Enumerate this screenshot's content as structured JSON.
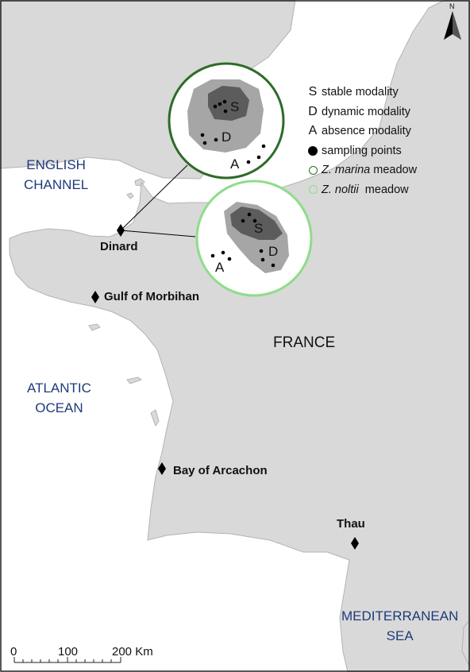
{
  "map": {
    "title": "",
    "country_label": "FRANCE",
    "seas": [
      {
        "id": "english-channel",
        "line1": "ENGLISH",
        "line2": "CHANNEL"
      },
      {
        "id": "atlantic-ocean",
        "line1": "ATLANTIC",
        "line2": "OCEAN"
      },
      {
        "id": "mediterranean-sea",
        "line1": "MEDITERRANEAN",
        "line2": "SEA"
      }
    ],
    "sites": [
      "Dinard",
      "Gulf of Morbihan",
      "Bay of Arcachon",
      "Thau"
    ],
    "north_label": "N",
    "scale_bar": {
      "labels": [
        "0",
        "100",
        "200 Km"
      ],
      "values_km": [
        0,
        100,
        200
      ]
    },
    "colors": {
      "land": "#d9d9d9",
      "sea": "#ffffff",
      "coast": "#b3b3b3",
      "z_marina_circle": "#2e6b27",
      "z_noltii_circle": "#8fdc8a",
      "stable_zone": "#5c5c5c",
      "dynamic_zone": "#a6a6a6"
    },
    "insets": [
      {
        "id": "z-marina-inset",
        "letters": [
          "S",
          "D",
          "A"
        ]
      },
      {
        "id": "z-noltii-inset",
        "letters": [
          "S",
          "D",
          "A"
        ]
      }
    ]
  },
  "legend": {
    "items": [
      {
        "symbol": "S",
        "text": "stable modality"
      },
      {
        "symbol": "D",
        "text": "dynamic modality"
      },
      {
        "symbol": "A",
        "text": "absence modality"
      },
      {
        "symbol": "dot",
        "text": "sampling points"
      },
      {
        "symbol": "ring-dark",
        "italic": "Z. marina",
        "text": " meadow"
      },
      {
        "symbol": "ring-light",
        "italic": "Z. noltii",
        "text": "  meadow"
      }
    ]
  }
}
